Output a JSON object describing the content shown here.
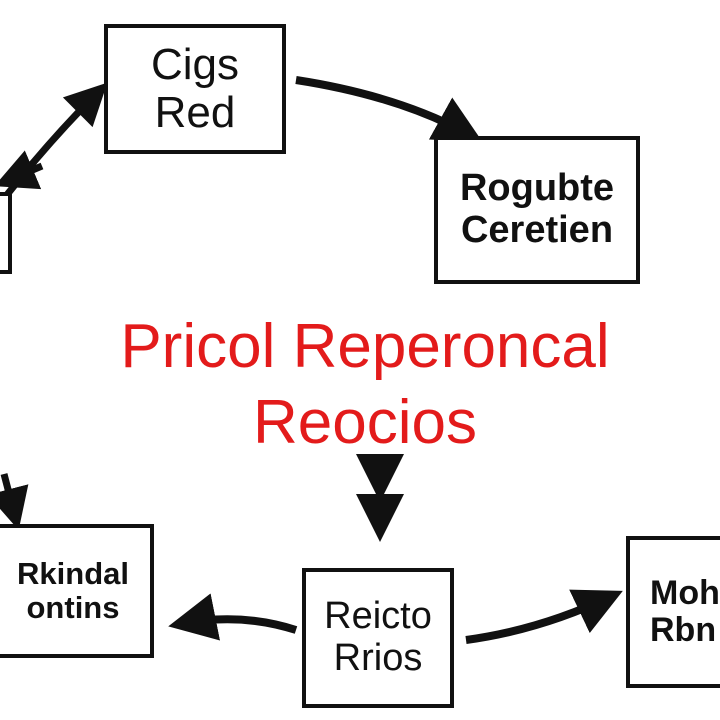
{
  "diagram": {
    "title_lines": [
      "Pricol Reperoncal",
      "Reocios"
    ],
    "title_color": "#e31b1b",
    "stroke_color": "#111111",
    "nodes": {
      "top": [
        "Cigs",
        "Red"
      ],
      "right": [
        "Rogubte",
        "Ceretien"
      ],
      "bottom_left": [
        "Rkindal",
        "ontins"
      ],
      "bottom_center": [
        "Reicto",
        "Rrios"
      ],
      "bottom_right": [
        "Mohl",
        "Rbn"
      ]
    }
  }
}
